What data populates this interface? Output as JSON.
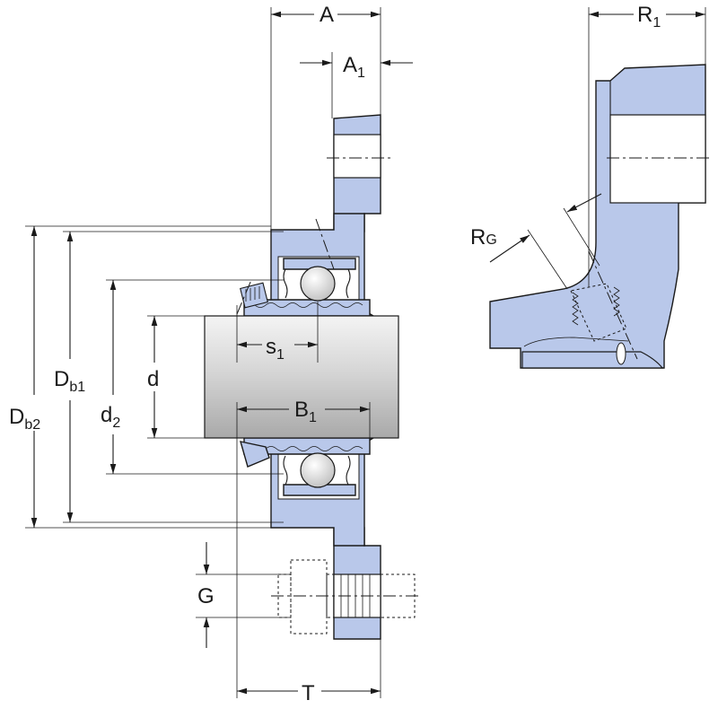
{
  "labels": {
    "A": {
      "main": "A",
      "sub": ""
    },
    "A1": {
      "main": "A",
      "sub": "1"
    },
    "R1": {
      "main": "R",
      "sub": "1"
    },
    "RG": {
      "main": "R",
      "sub": "G"
    },
    "Db1": {
      "main": "D",
      "sub": "b1"
    },
    "Db2": {
      "main": "D",
      "sub": "b2"
    },
    "d": {
      "main": "d",
      "sub": ""
    },
    "d2": {
      "main": "d",
      "sub": "2"
    },
    "s1": {
      "main": "s",
      "sub": "1"
    },
    "B1": {
      "main": "B",
      "sub": "1"
    },
    "G": {
      "main": "G",
      "sub": ""
    },
    "T": {
      "main": "T",
      "sub": ""
    }
  },
  "colors": {
    "housing": "#b9c8ea",
    "shaft": "#d8d8d8",
    "line": "#1a1a1a"
  }
}
